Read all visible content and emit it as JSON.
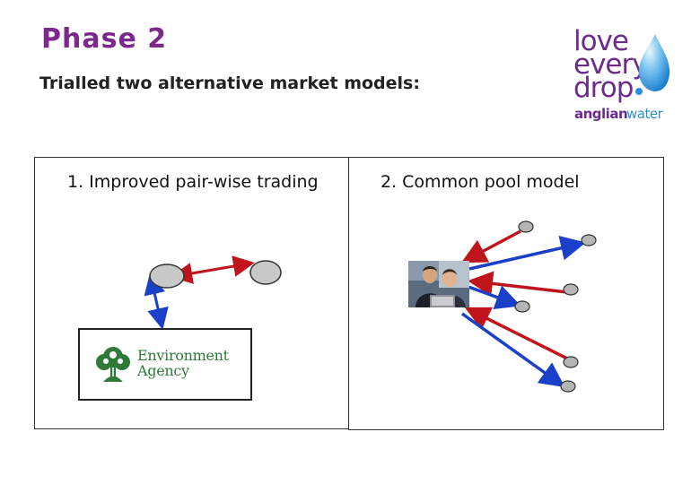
{
  "slide": {
    "title": "Phase 2",
    "subtitle": "Trialled two alternative market models:"
  },
  "logo": {
    "line1": "love",
    "line2": "every",
    "line3": "drop",
    "brand_part1": "anglian",
    "brand_part2": "water"
  },
  "panels": {
    "left_label": "1. Improved pair-wise trading",
    "right_label": "2. Common pool model"
  },
  "environment_agency": {
    "line1": "Environment",
    "line2": "Agency"
  },
  "colors": {
    "title": "#7b2a8c",
    "logo_purple": "#6b2c8e",
    "logo_blue": "#2a8fd6",
    "node_fill": "#c8c8c8",
    "node_stroke": "#333333",
    "arrow_red": "#c0141c",
    "arrow_blue": "#1a3fc8",
    "agency_green": "#2f7a3a"
  },
  "icons": {
    "water_drop": "water-drop-icon",
    "agency_tree": "tree-icon",
    "photo": "people-photo"
  }
}
